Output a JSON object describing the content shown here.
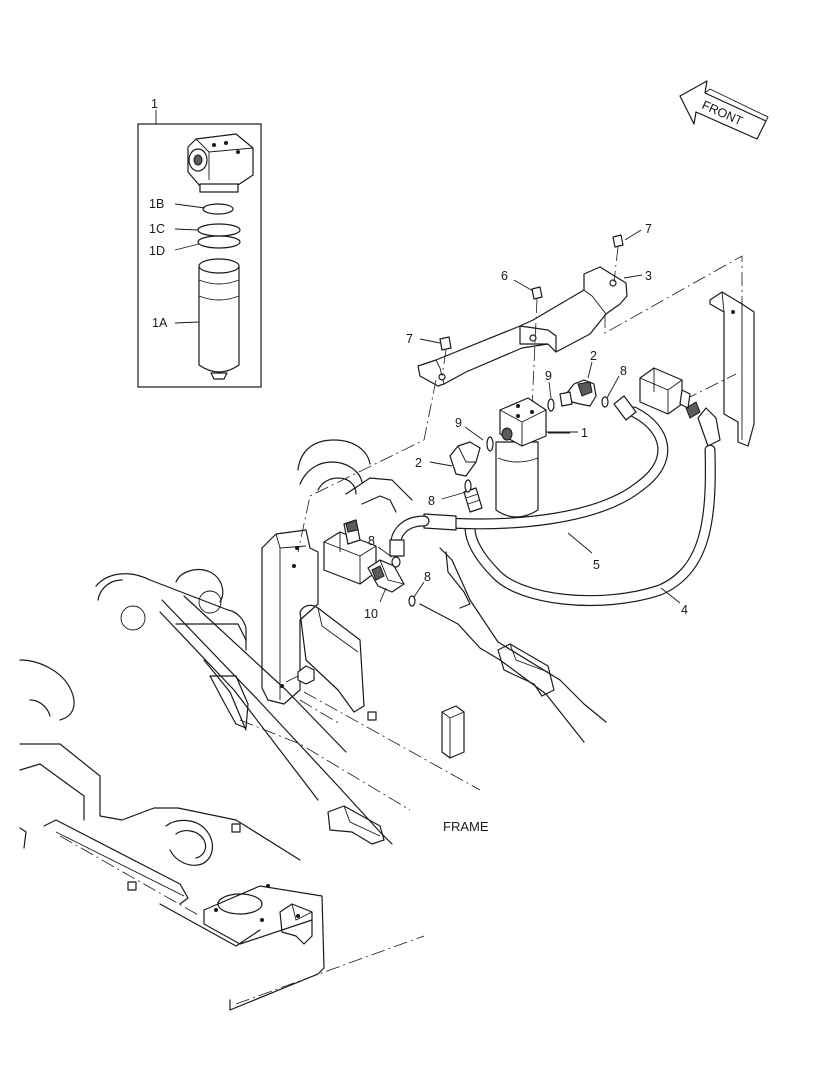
{
  "direction_arrow": {
    "label": "FRONT"
  },
  "frame_label": "FRAME",
  "callouts": {
    "filter_assembly": "1",
    "filter_element": "1A",
    "o_ring_b": "1B",
    "o_ring_c": "1C",
    "backup_ring_d": "1D",
    "filter_mounted": "1",
    "elbow_upper": "2",
    "elbow_lower": "2",
    "bracket": "3",
    "hose_long": "4",
    "hose_short": "5",
    "bolt_center": "6",
    "bolt_right": "7",
    "bolt_left": "7",
    "o_ring_upper": "8",
    "o_ring_middle": "8",
    "o_ring_left": "8",
    "o_ring_bottom": "8",
    "seal_upper": "9",
    "seal_left": "9",
    "adapter": "10"
  }
}
